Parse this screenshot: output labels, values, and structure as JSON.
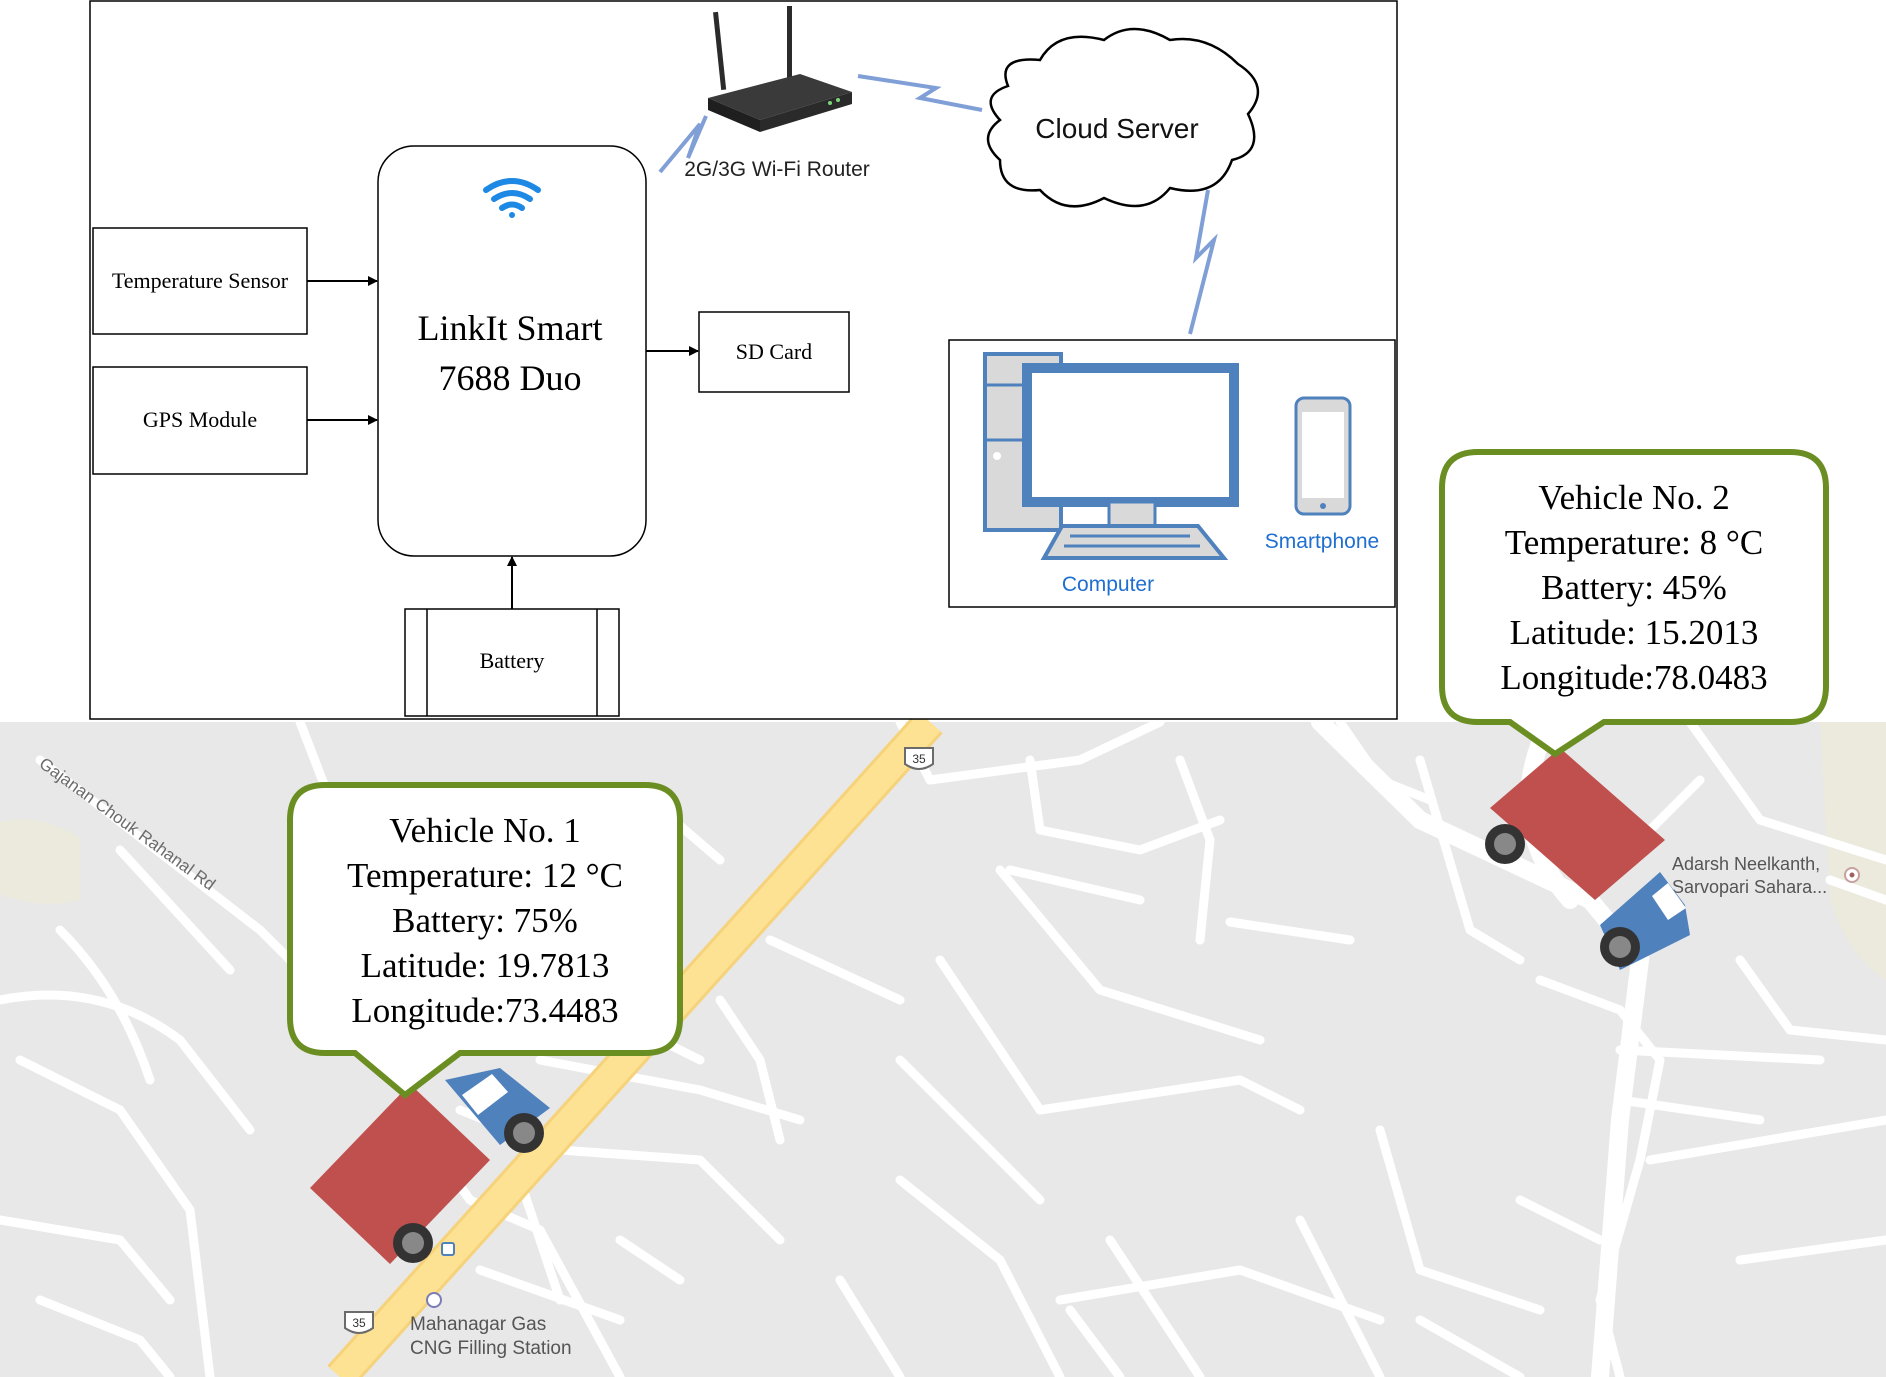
{
  "diagram": {
    "main_board": {
      "line1": "LinkIt Smart",
      "line2": "7688 Duo"
    },
    "temperature_sensor": "Temperature Sensor",
    "gps_module": "GPS Module",
    "sd_card": "SD Card",
    "battery": "Battery",
    "router": "2G/3G Wi-Fi Router",
    "cloud": "Cloud Server",
    "computer": "Computer",
    "smartphone": "Smartphone"
  },
  "map": {
    "road_labels": {
      "gajanan": "Gajanan Chouk Rahanal Rd",
      "route_number": "35",
      "poi_station_line1": "Mahanagar Gas",
      "poi_station_line2": "CNG Filling Station",
      "poi_adarsh_line1": "Adarsh Neelkanth,",
      "poi_adarsh_line2": "Sarvopari Sahara..."
    },
    "vehicles": [
      {
        "title": "Vehicle No. 1",
        "temperature": "Temperature: 12 °C",
        "battery": "Battery: 75%",
        "latitude": "Latitude: 19.7813",
        "longitude": "Longitude:73.4483"
      },
      {
        "title": "Vehicle No. 2",
        "temperature": "Temperature: 8 °C",
        "battery": "Battery: 45%",
        "latitude": "Latitude: 15.2013",
        "longitude": "Longitude:78.0483"
      }
    ]
  },
  "colors": {
    "map_background": "#e8e8e8",
    "road": "#ffffff",
    "highway": "#fde293",
    "callout_border": "#6b8e23",
    "truck_cargo": "#c0504d",
    "truck_cab": "#4f81bd",
    "link_color": "#7f9fd6",
    "label_blue": "#1f6fd1"
  }
}
